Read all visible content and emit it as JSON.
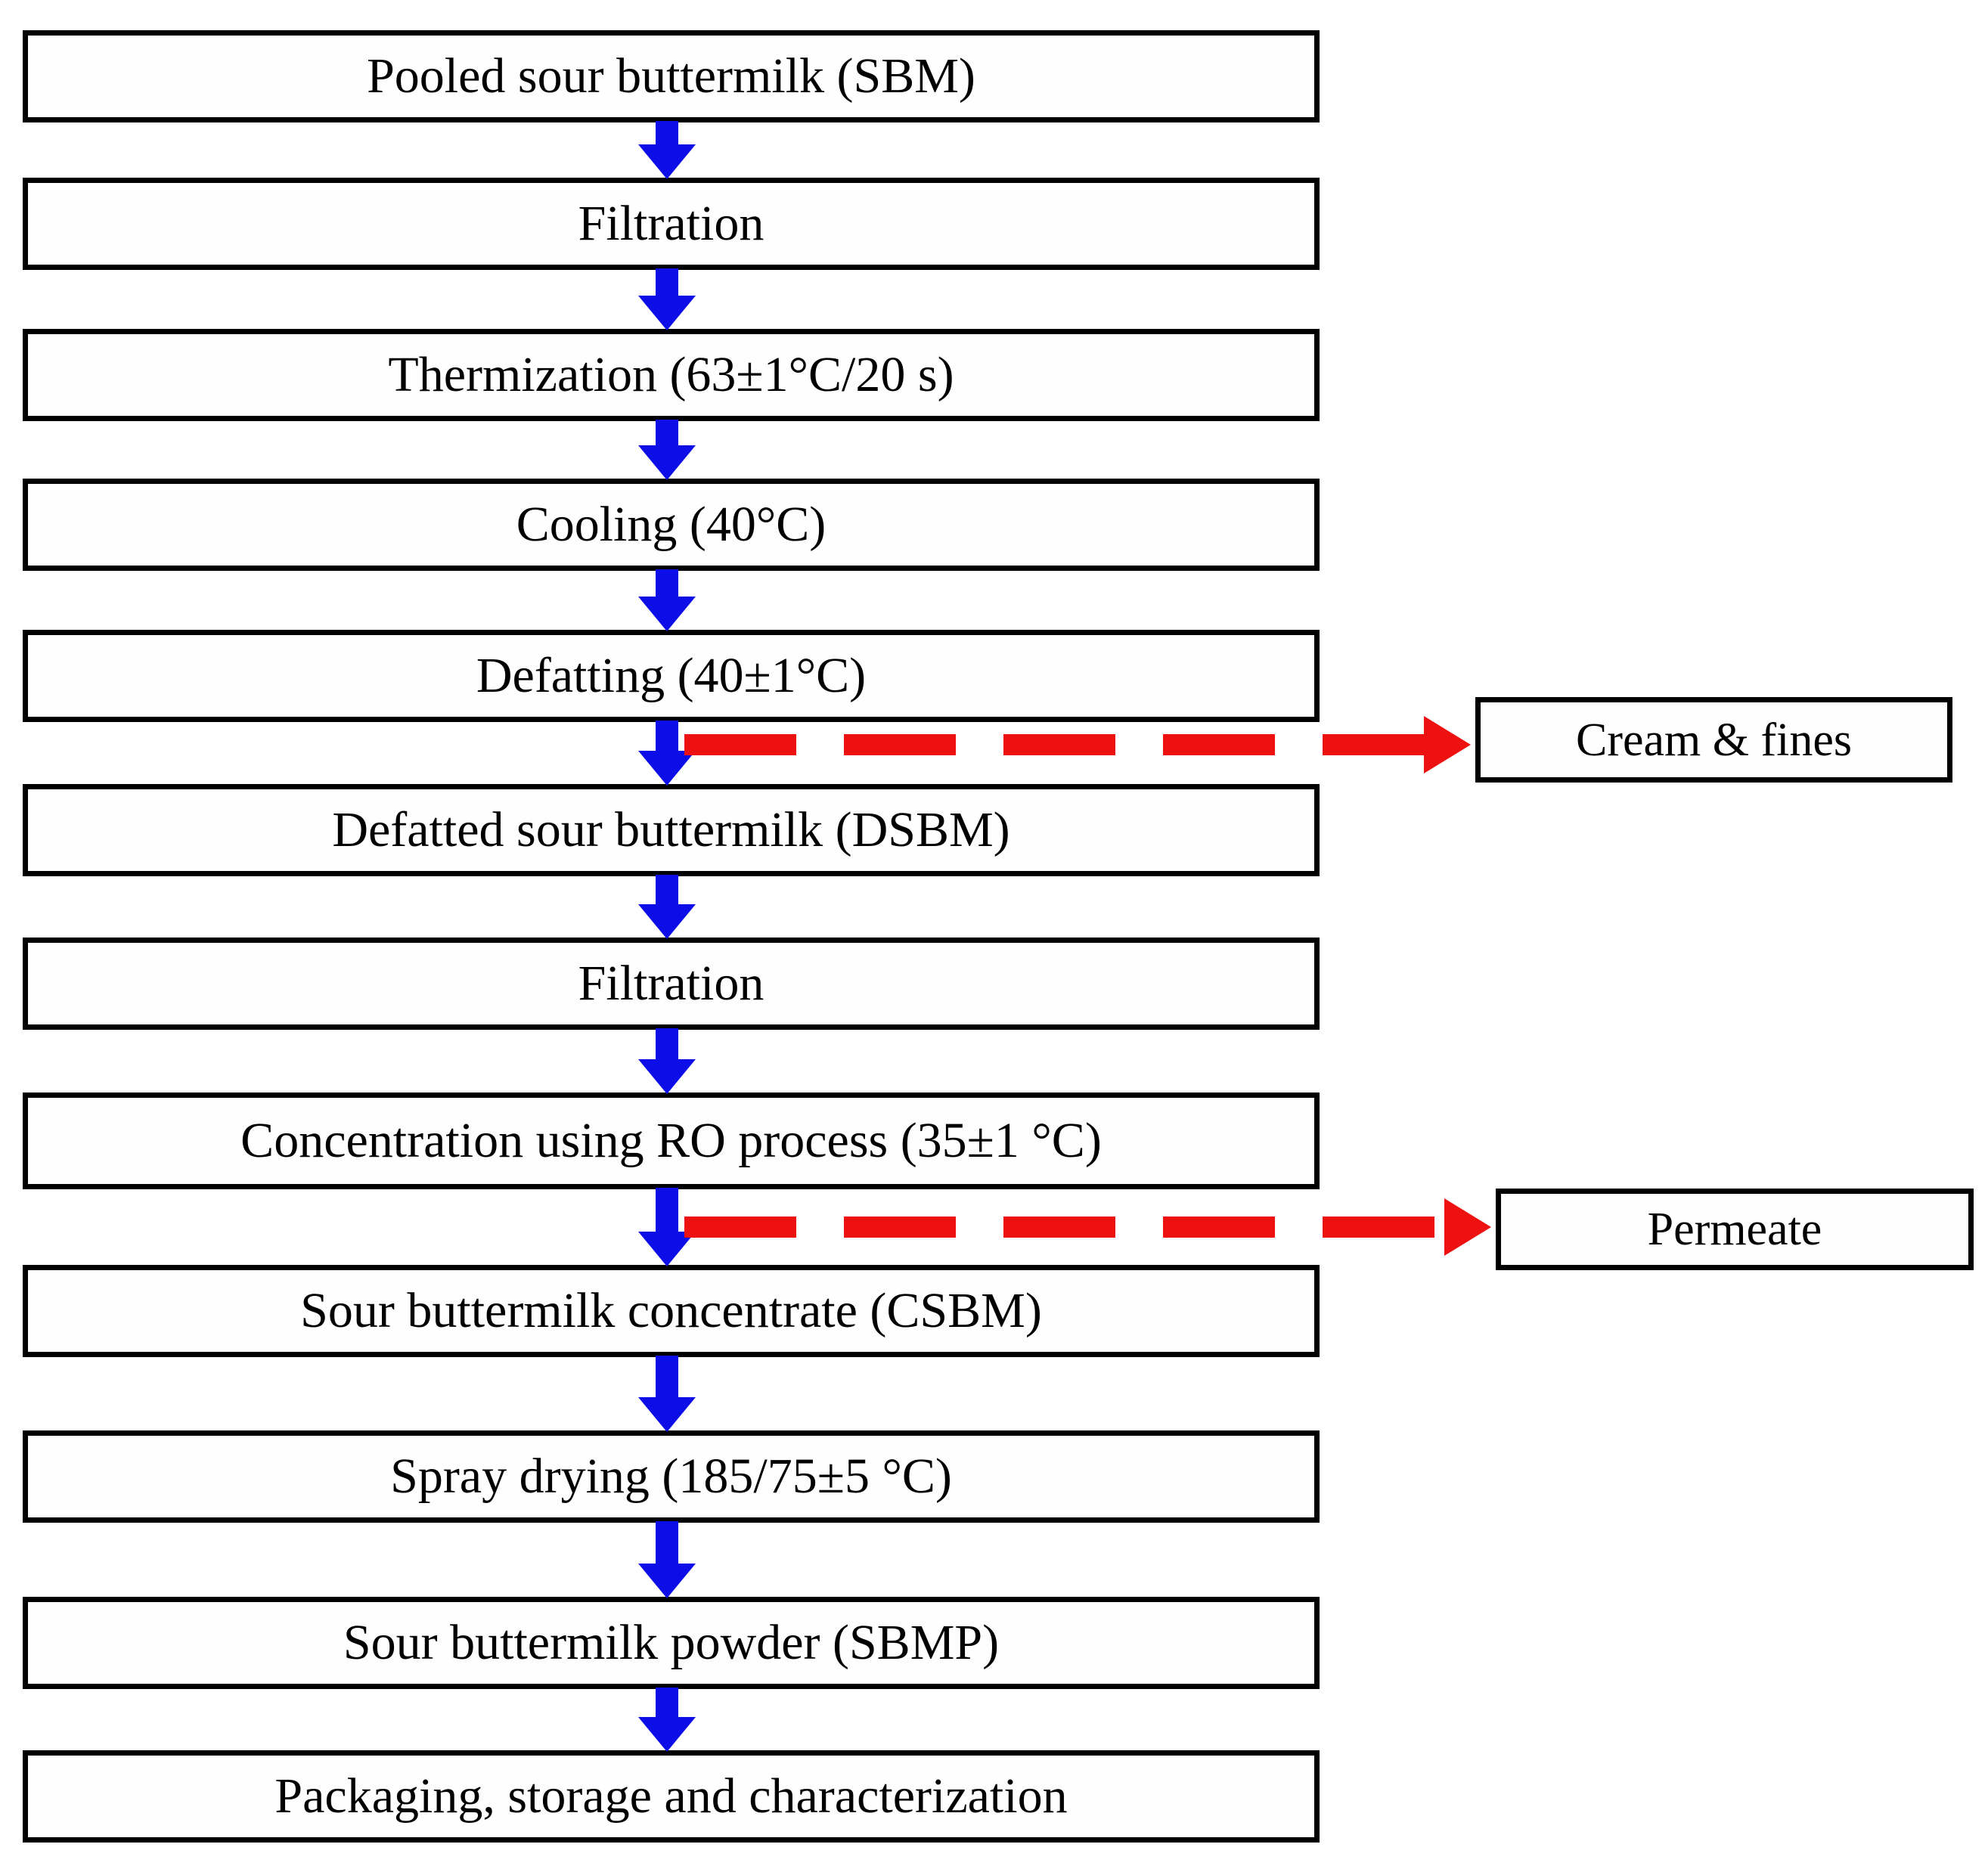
{
  "steps": [
    {
      "label": "Pooled sour buttermilk (SBM)"
    },
    {
      "label": "Filtration"
    },
    {
      "label": "Thermization (63±1°C/20 s)"
    },
    {
      "label": "Cooling (40°C)"
    },
    {
      "label": "Defatting (40±1°C)"
    },
    {
      "label": "Defatted sour buttermilk (DSBM)"
    },
    {
      "label": "Filtration"
    },
    {
      "label": "Concentration using RO process (35±1 °C)"
    },
    {
      "label": "Sour buttermilk concentrate (CSBM)"
    },
    {
      "label": "Spray drying (185/75±5 °C)"
    },
    {
      "label": "Sour buttermilk powder (SBMP)"
    },
    {
      "label": "Packaging, storage and characterization"
    }
  ],
  "branches": [
    {
      "label": "Cream & fines",
      "from": "Defatting (40±1°C)"
    },
    {
      "label": "Permeate",
      "from": "Concentration using RO process (35±1 °C)"
    }
  ],
  "colors": {
    "flow_arrow_blue": "#0d0de8",
    "branch_arrow_red": "#ee1111",
    "box_border": "#000000",
    "background": "#ffffff"
  }
}
